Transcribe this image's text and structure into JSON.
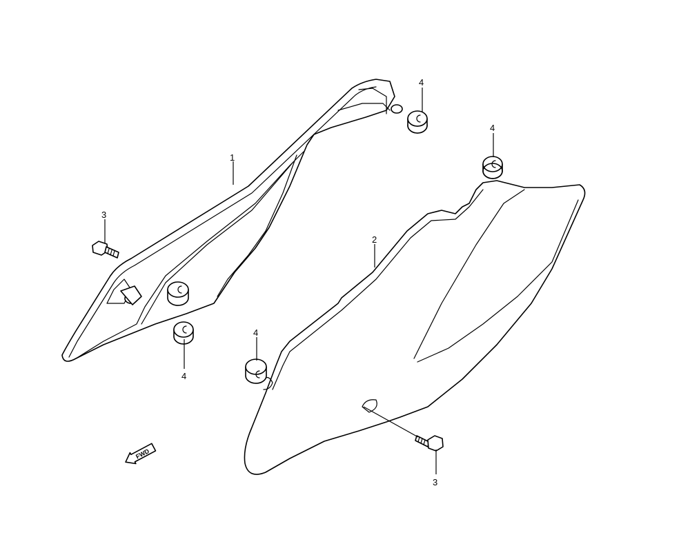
{
  "callouts": {
    "frame_cover": "1",
    "side_cover": "2",
    "bolt_left": "3",
    "bolt_right": "3",
    "grommet_top_center": "4",
    "grommet_top_right": "4",
    "grommet_middle_left": "4",
    "grommet_lower_middle": "4"
  },
  "direction_label": "FWD"
}
